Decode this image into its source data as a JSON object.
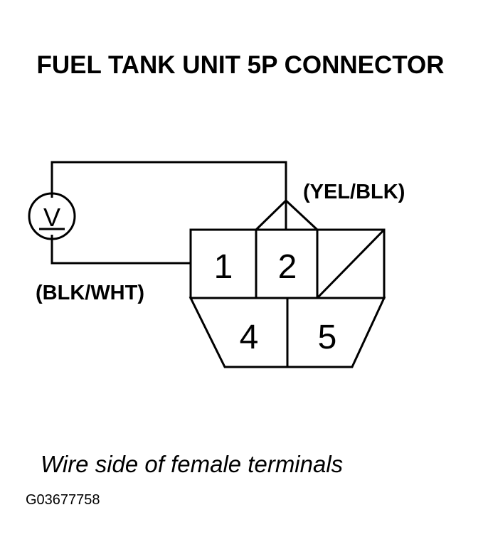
{
  "title": "FUEL TANK UNIT 5P CONNECTOR",
  "meter_symbol": "V",
  "wire_labels": {
    "top": "(YEL/BLK)",
    "left": "(BLK/WHT)"
  },
  "pins": {
    "p1": "1",
    "p2": "2",
    "p4": "4",
    "p5": "5"
  },
  "caption": "Wire side of female terminals",
  "figure_code": "G03677758"
}
